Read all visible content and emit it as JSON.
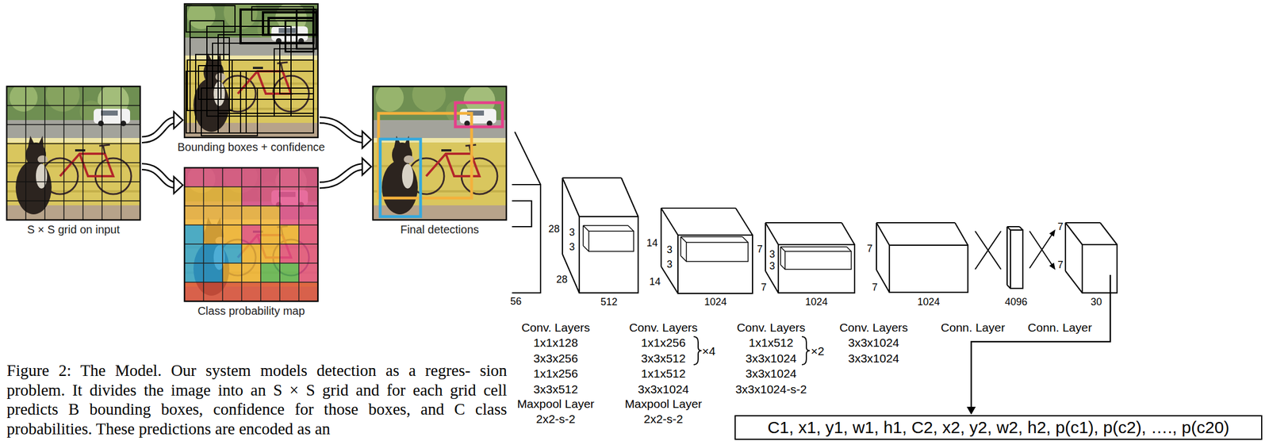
{
  "diagram": {
    "caption": "Figure 2: The Model. Our system models detection as a regres- sion problem. It divides the image into an S × S grid and for each grid cell predicts B bounding boxes, confidence for those boxes, and C class probabilities. These predictions are encoded as an",
    "nodes": [
      {
        "text": [
          "S × S grid on input"
        ]
      },
      {
        "text": [
          "Bounding boxes + confidence"
        ]
      },
      {
        "text": [
          "Class probability map"
        ]
      },
      {
        "text": [
          "Final detections"
        ]
      },
      {
        "text": [
          "C1, x1, y1, w1, h1, C2, x2, y2, w2, h2, p(c1), p(c2), …., p(c20)"
        ]
      }
    ],
    "edges": [
      {
        "from": 0,
        "to": 1,
        "arrow": "to"
      },
      {
        "from": 0,
        "to": 2,
        "arrow": "to"
      },
      {
        "from": 1,
        "to": 3,
        "arrow": "to"
      },
      {
        "from": 2,
        "to": 3,
        "arrow": "to"
      }
    ],
    "labels": [
      "56",
      "28",
      "3",
      "3",
      "28",
      "512",
      "14",
      "3",
      "3",
      "14",
      "1024",
      "7",
      "3",
      "3",
      "7",
      "1024",
      "7",
      "7",
      "1024",
      "4096",
      "7",
      "7",
      "30",
      "Conv. Layers",
      "1x1x128",
      "3x3x256",
      "1x1x256",
      "3x3x512",
      "Maxpool Layer",
      "2x2-s-2",
      "Conv. Layers",
      "1x1x256",
      "3x3x512",
      "×4",
      "1x1x512",
      "3x3x1024",
      "Maxpool Layer",
      "2x2-s-2",
      "Conv. Layers",
      "1x1x512",
      "3x3x1024",
      "×2",
      "3x3x1024",
      "3x3x1024-s-2",
      "Conv. Layers",
      "3x3x1024",
      "3x3x1024",
      "Conn. Layer",
      "Conn. Layer"
    ]
  }
}
